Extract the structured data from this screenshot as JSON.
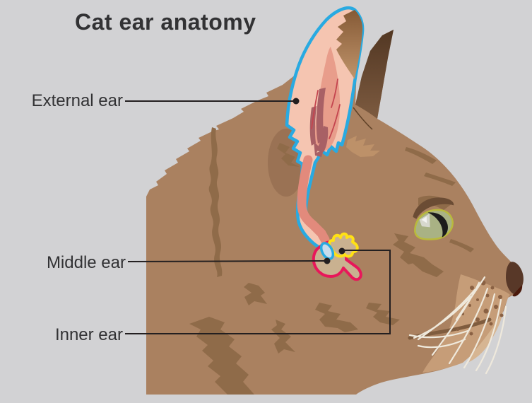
{
  "title": "Cat ear anatomy",
  "labels": {
    "external": "External ear",
    "middle": "Middle ear",
    "inner": "Inner ear"
  },
  "colors": {
    "bg": "#d2d2d4",
    "text": "#323234",
    "leader": "#231f20",
    "body": "#aa8160",
    "patch": "#8f6b49",
    "ear_shadow": "#9a7254",
    "tuft_light": "#bd9169",
    "pinna_outline": "#29aae1",
    "pinna_light": "#f5c5b1",
    "pinna_mid": "#e89d8b",
    "pinna_deep": "#a86065",
    "canal": "#e28a7c",
    "ear_tan": "#c9b190",
    "middle_outline": "#e8175a",
    "inner_outline": "#ffe115",
    "eardrum_fill": "#c8dcec",
    "eye_ring": "#b9ba3c",
    "eye_iris": "#a9b284",
    "pupil": "#1c1c1c",
    "nose": "#583828",
    "nostril": "#4a190b",
    "muzzle": "#c69d78",
    "chin_light": "#d6b592",
    "whisker": "#efe9dc",
    "whisker_dot": "#8a6143",
    "mouth": "#7f5c3e",
    "ear_streak": "#c4454f"
  }
}
